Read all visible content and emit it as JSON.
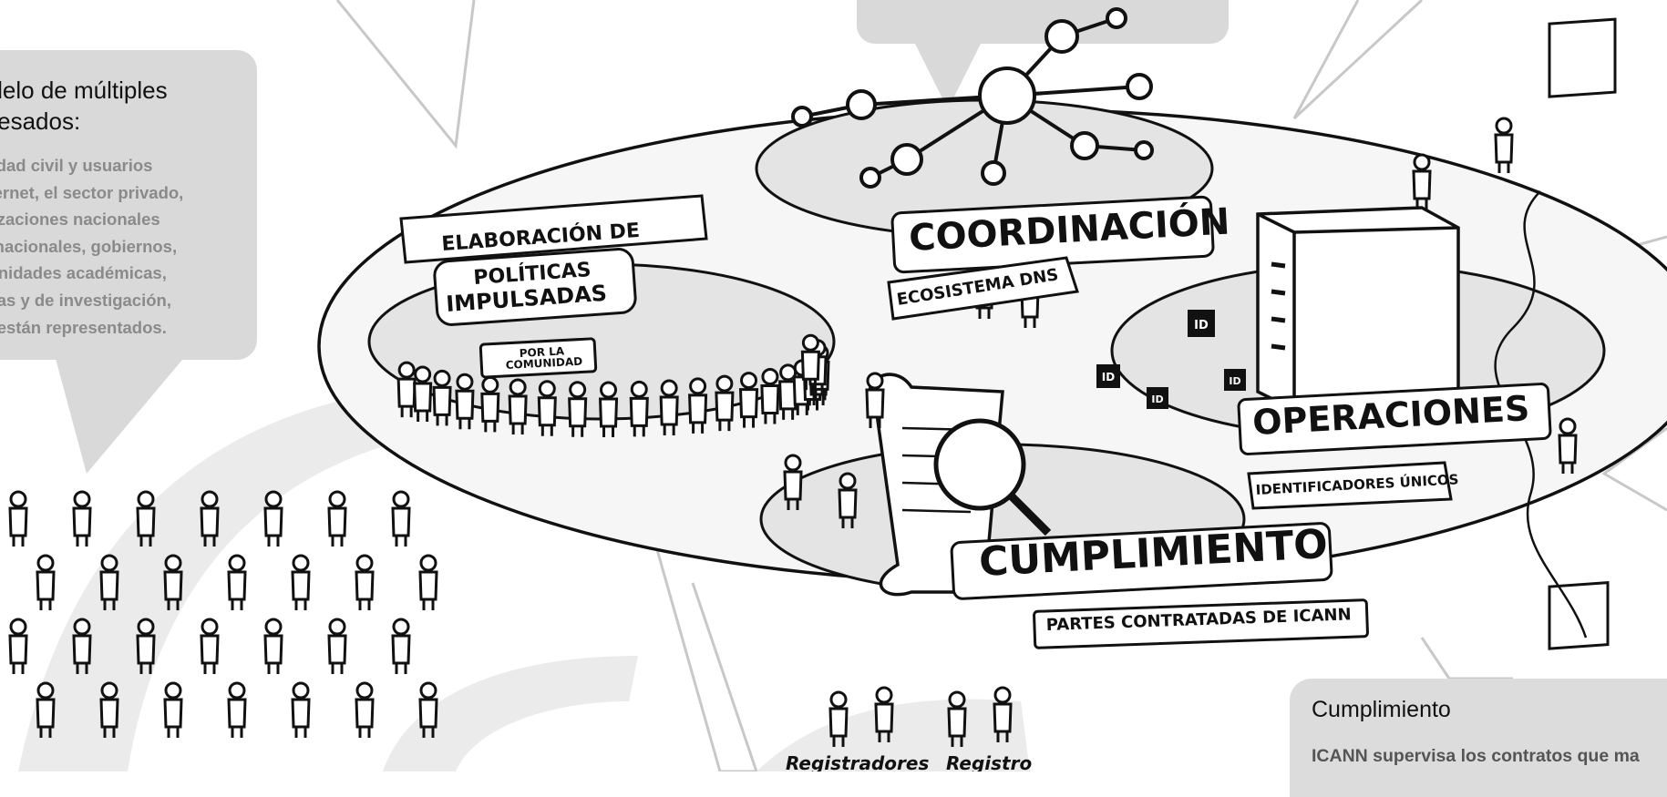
{
  "left_callout": {
    "title": "odelo de múltiples\neresados:",
    "body": "ciedad civil y usuarios\nInternet, el sector privado,\nanizaciones nacionales\nternacionales, gobiernos,\nmunidades académicas,\nnicas y de investigación,\nos están representados."
  },
  "bottom_callout": {
    "title": "Cumplimiento",
    "body": "ICANN supervisa los contratos que ma"
  },
  "labels": {
    "elaboracion": "ELABORACIÓN DE",
    "politicas": "POLÍTICAS",
    "impulsadas": "IMPULSADAS",
    "por_la": "POR LA",
    "comunidad": "COMUNIDAD",
    "coordinacion": "COORDINACIÓN",
    "ecosistema": "ECOSISTEMA DNS",
    "operaciones": "OPERACIONES",
    "identificadores": "IDENTIFICADORES ÚNICOS",
    "cumplimiento": "CUMPLIMIENTO",
    "partes": "PARTES CONTRATADAS DE ICANN",
    "registradores": "Registradores",
    "registro": "Registro",
    "id_badge": "ID"
  },
  "colors": {
    "callout_fill": "#d9d9d9",
    "outline": "#111111",
    "platform_fill": "#ececec",
    "body_text_gray": "#8a8a8a",
    "background": "#ffffff"
  }
}
